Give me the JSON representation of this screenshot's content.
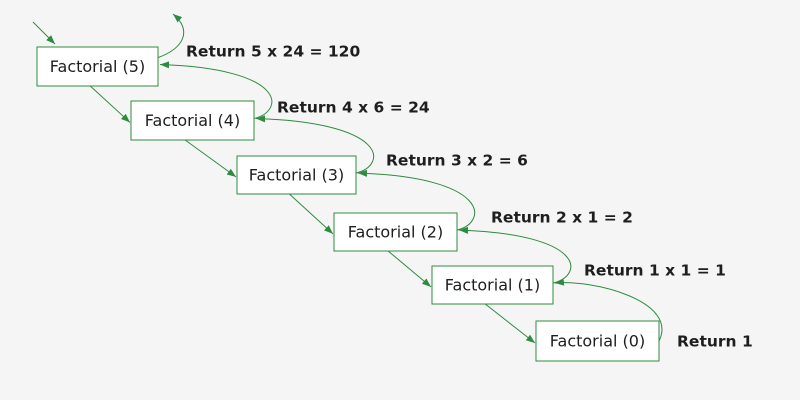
{
  "colors": {
    "background": "#f5f5f5",
    "accent": "#2e8b3f",
    "box_fill": "#ffffff",
    "text": "#1e1e1e"
  },
  "calls": [
    {
      "label": "Factorial (5)",
      "return_label": "Return 5 x 24 = 120"
    },
    {
      "label": "Factorial (4)",
      "return_label": "Return 4 x 6 = 24"
    },
    {
      "label": "Factorial (3)",
      "return_label": "Return 3 x 2 = 6"
    },
    {
      "label": "Factorial (2)",
      "return_label": "Return 2 x 1 = 2"
    },
    {
      "label": "Factorial (1)",
      "return_label": "Return 1 x 1 = 1"
    },
    {
      "label": "Factorial (0)",
      "return_label": "Return 1"
    }
  ]
}
